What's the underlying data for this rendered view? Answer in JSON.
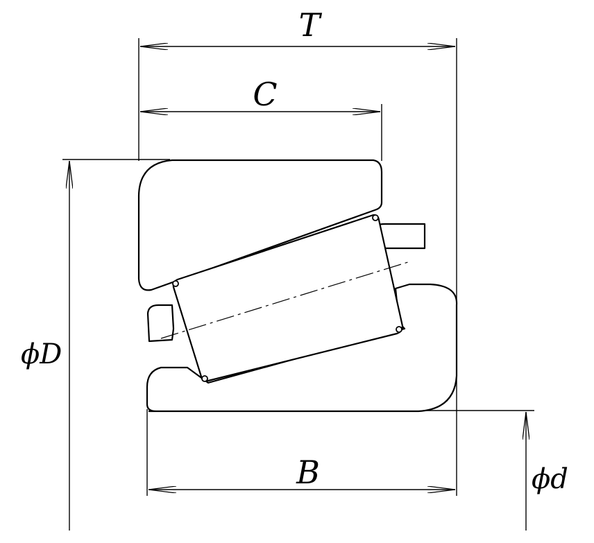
{
  "dimensions": {
    "T": "T",
    "C": "C",
    "B": "B",
    "D": "ϕD",
    "d": "ϕd"
  }
}
